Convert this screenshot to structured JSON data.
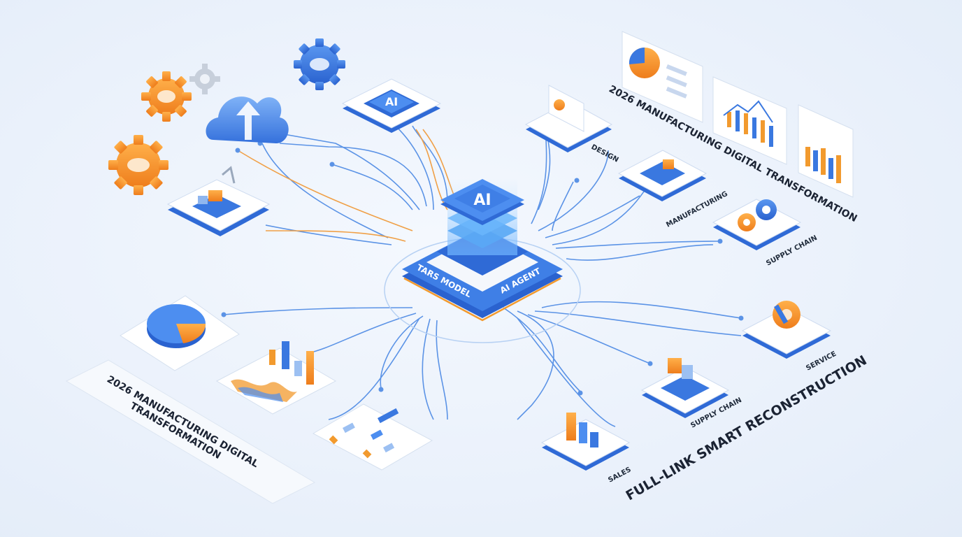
{
  "hub": {
    "chip_label": "AI",
    "model_label": "TARS MODEL",
    "agent_label": "AI AGENT"
  },
  "top_chip_label": "AI",
  "right_title": "2026 MANUFACTURING DIGITAL TRANSFORMATION",
  "left_title_line1": "2026 MANUFACTURING DIGITAL",
  "left_title_line2": "TRANSFORMATION",
  "bottom_title": "FULL-LINK SMART RECONSTRUCTION",
  "nodes": {
    "design": "DESIGN",
    "manufacturing": "MANUFACTURING",
    "supply_chain_upper": "SUPPLY CHAIN",
    "service": "SERVICE",
    "supply_chain_lower": "SUPPLY CHAIN",
    "sales": "SALES"
  },
  "colors": {
    "blue": "#3a78e0",
    "orange": "#f29a2e",
    "light_blue": "#a9c8f2"
  }
}
